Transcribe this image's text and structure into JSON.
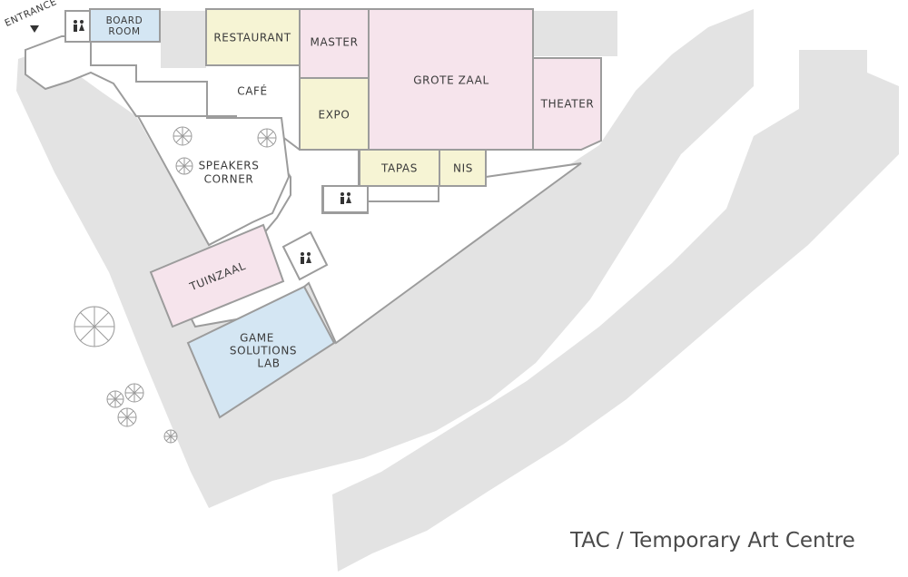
{
  "title": "TAC / Temporary Art Centre",
  "entrance_label": "ENTRANCE",
  "colors": {
    "blue_room": "#d4e6f3",
    "yellow_room": "#f6f4d4",
    "pink_room": "#f6e4ec",
    "grey_area": "#e3e3e3",
    "wall": "#9c9c9c"
  },
  "rooms": {
    "board_room": [
      "BOARD",
      "ROOM"
    ],
    "restaurant": "RESTAURANT",
    "master": "MASTER",
    "grote_zaal": "GROTE ZAAL",
    "theater": "THEATER",
    "cafe": "CAFÉ",
    "expo": "EXPO",
    "tapas": "TAPAS",
    "nis": "NIS",
    "speakers_corner": [
      "SPEAKERS",
      "CORNER"
    ],
    "tuinzaal": "TUINZAAL",
    "game_solutions_lab": [
      "GAME",
      "SOLUTIONS",
      "LAB"
    ]
  },
  "icons": {
    "restroom": "restroom-icon",
    "tree": "tree-icon",
    "entrance_arrow": "entrance-arrow-icon"
  }
}
